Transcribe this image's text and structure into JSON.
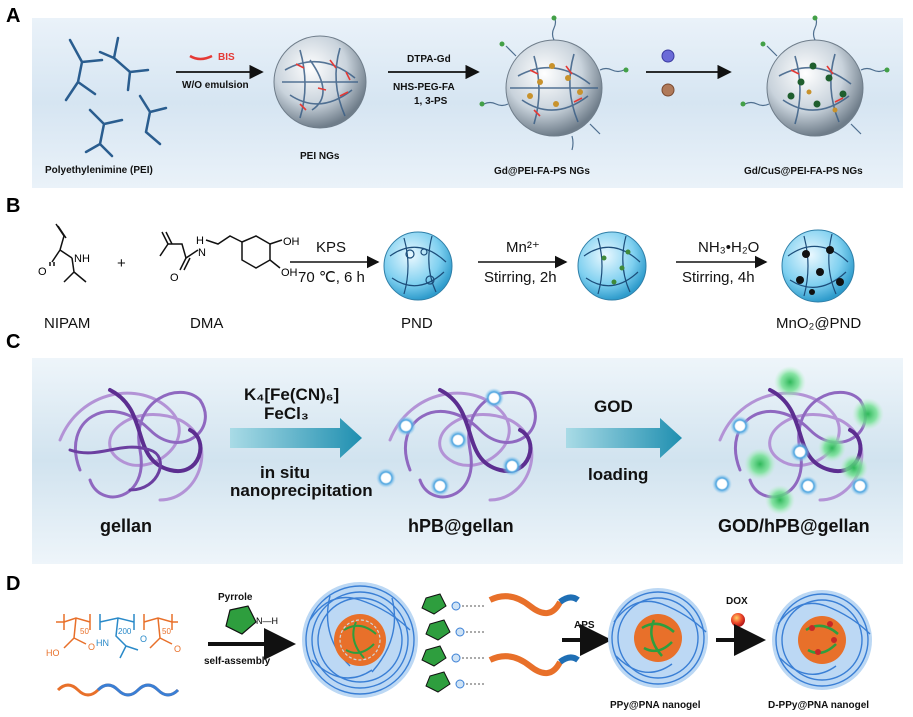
{
  "panels": {
    "a": {
      "label": "A",
      "reagent_bis": "BIS",
      "step1": "W/O emulsion",
      "step2_line1": "DTPA-Gd",
      "step2_line2": "NHS-PEG-FA",
      "step2_line3": "1, 3-PS",
      "label_pei": "Polyethylenimine (PEI)",
      "label_ngs": "PEI NGs",
      "label_gd": "Gd@PEI-FA-PS NGs",
      "label_gdcus": "Gd/CuS@PEI-FA-PS NGs"
    },
    "b": {
      "label": "B",
      "nh": "NH",
      "h": "H",
      "n": "N",
      "o": "O",
      "oh": "OH",
      "plus": "+",
      "kps": "KPS",
      "cond1": "70 ℃, 6 h",
      "mn": "Mn²⁺",
      "cond2": "Stirring, 2h",
      "nh3": "NH₃•H₂O",
      "cond3": "Stirring, 4h",
      "label_nipam": "NIPAM",
      "label_dma": "DMA",
      "label_pnd": "PND",
      "label_mno2": "MnO₂@PND"
    },
    "c": {
      "label": "C",
      "reagent1": "K₄[Fe(CN)₆]",
      "reagent2": "FeCl₃",
      "method1": "in situ",
      "method2": "nanoprecipitation",
      "god": "GOD",
      "loading": "loading",
      "label_gellan": "gellan",
      "label_hpb": "hPB@gellan",
      "label_god": "GOD/hPB@gellan"
    },
    "d": {
      "label": "D",
      "sub50a": "50",
      "sub200": "200",
      "sub50b": "50",
      "ho": "HO",
      "o": "O",
      "hn": "HN",
      "pyrrole": "Pyrrole",
      "nh": "N—H",
      "self_assembly": "self-assembly",
      "aps": "APS",
      "dox": "DOX",
      "label_ppy": "PPy@PNA nanogel",
      "label_dppy": "D-PPy@PNA nanogel"
    }
  },
  "colors": {
    "panel_a_bg": "#dbe8f4",
    "panel_c_bg": "#d3e4f0",
    "polymer_blue": "#2a5d8f",
    "bis_red": "#e53935",
    "gellan_purple": "#6b3fa0",
    "hpb_blue": "#4aa3df",
    "god_green": "#3cc46a",
    "ppy_green": "#2e9e3e",
    "pna_orange": "#e8702a",
    "nanogel_blue": "#3a7fd5",
    "arrow_teal": "#2a9db5"
  }
}
